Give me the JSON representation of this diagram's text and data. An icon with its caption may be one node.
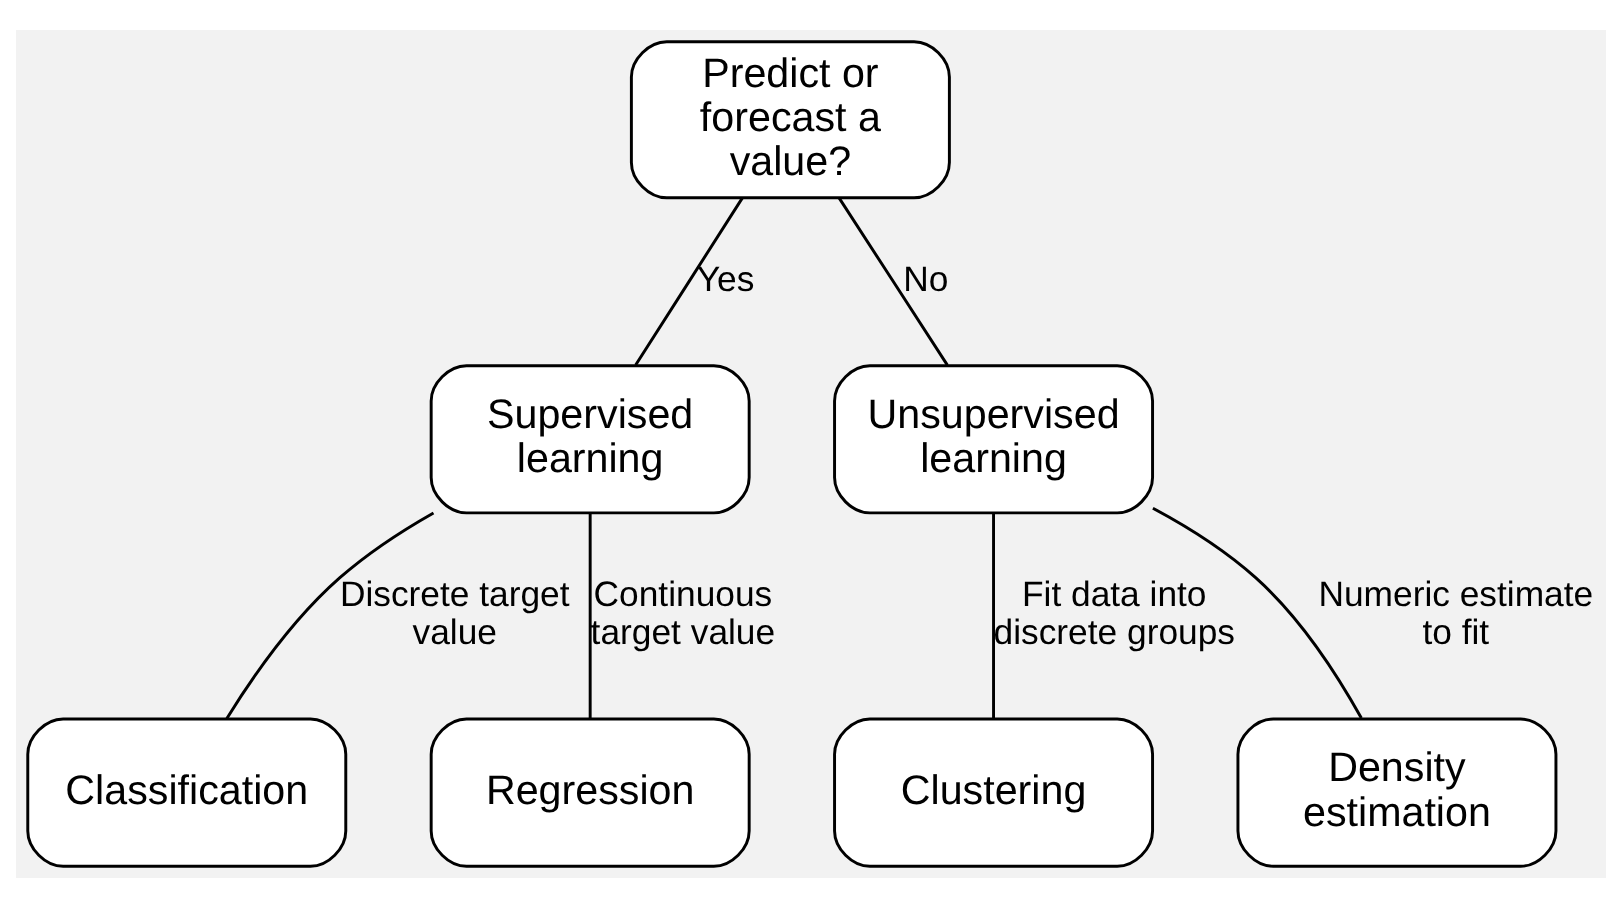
{
  "diagram": {
    "nodes": [
      {
        "text": [
          "Predict or forecast a value?"
        ]
      },
      {
        "text": [
          "Supervised learning"
        ]
      },
      {
        "text": [
          "Unsupervised learning"
        ]
      },
      {
        "text": [
          "Classification"
        ]
      },
      {
        "text": [
          "Regression"
        ]
      },
      {
        "text": [
          "Clustering"
        ]
      },
      {
        "text": [
          "Density estimation"
        ]
      }
    ],
    "edges": [
      {
        "from": 0,
        "to": 1,
        "arrow": "none",
        "label": "Yes"
      },
      {
        "from": 0,
        "to": 2,
        "arrow": "none",
        "label": "No"
      },
      {
        "from": 1,
        "to": 3,
        "arrow": "none",
        "label": "Discrete target value"
      },
      {
        "from": 1,
        "to": 4,
        "arrow": "none",
        "label": "Continuous target value"
      },
      {
        "from": 2,
        "to": 5,
        "arrow": "none",
        "label": "Fit data into discrete groups"
      },
      {
        "from": 2,
        "to": 6,
        "arrow": "none",
        "label": "Numeric estimate to fit"
      }
    ]
  }
}
